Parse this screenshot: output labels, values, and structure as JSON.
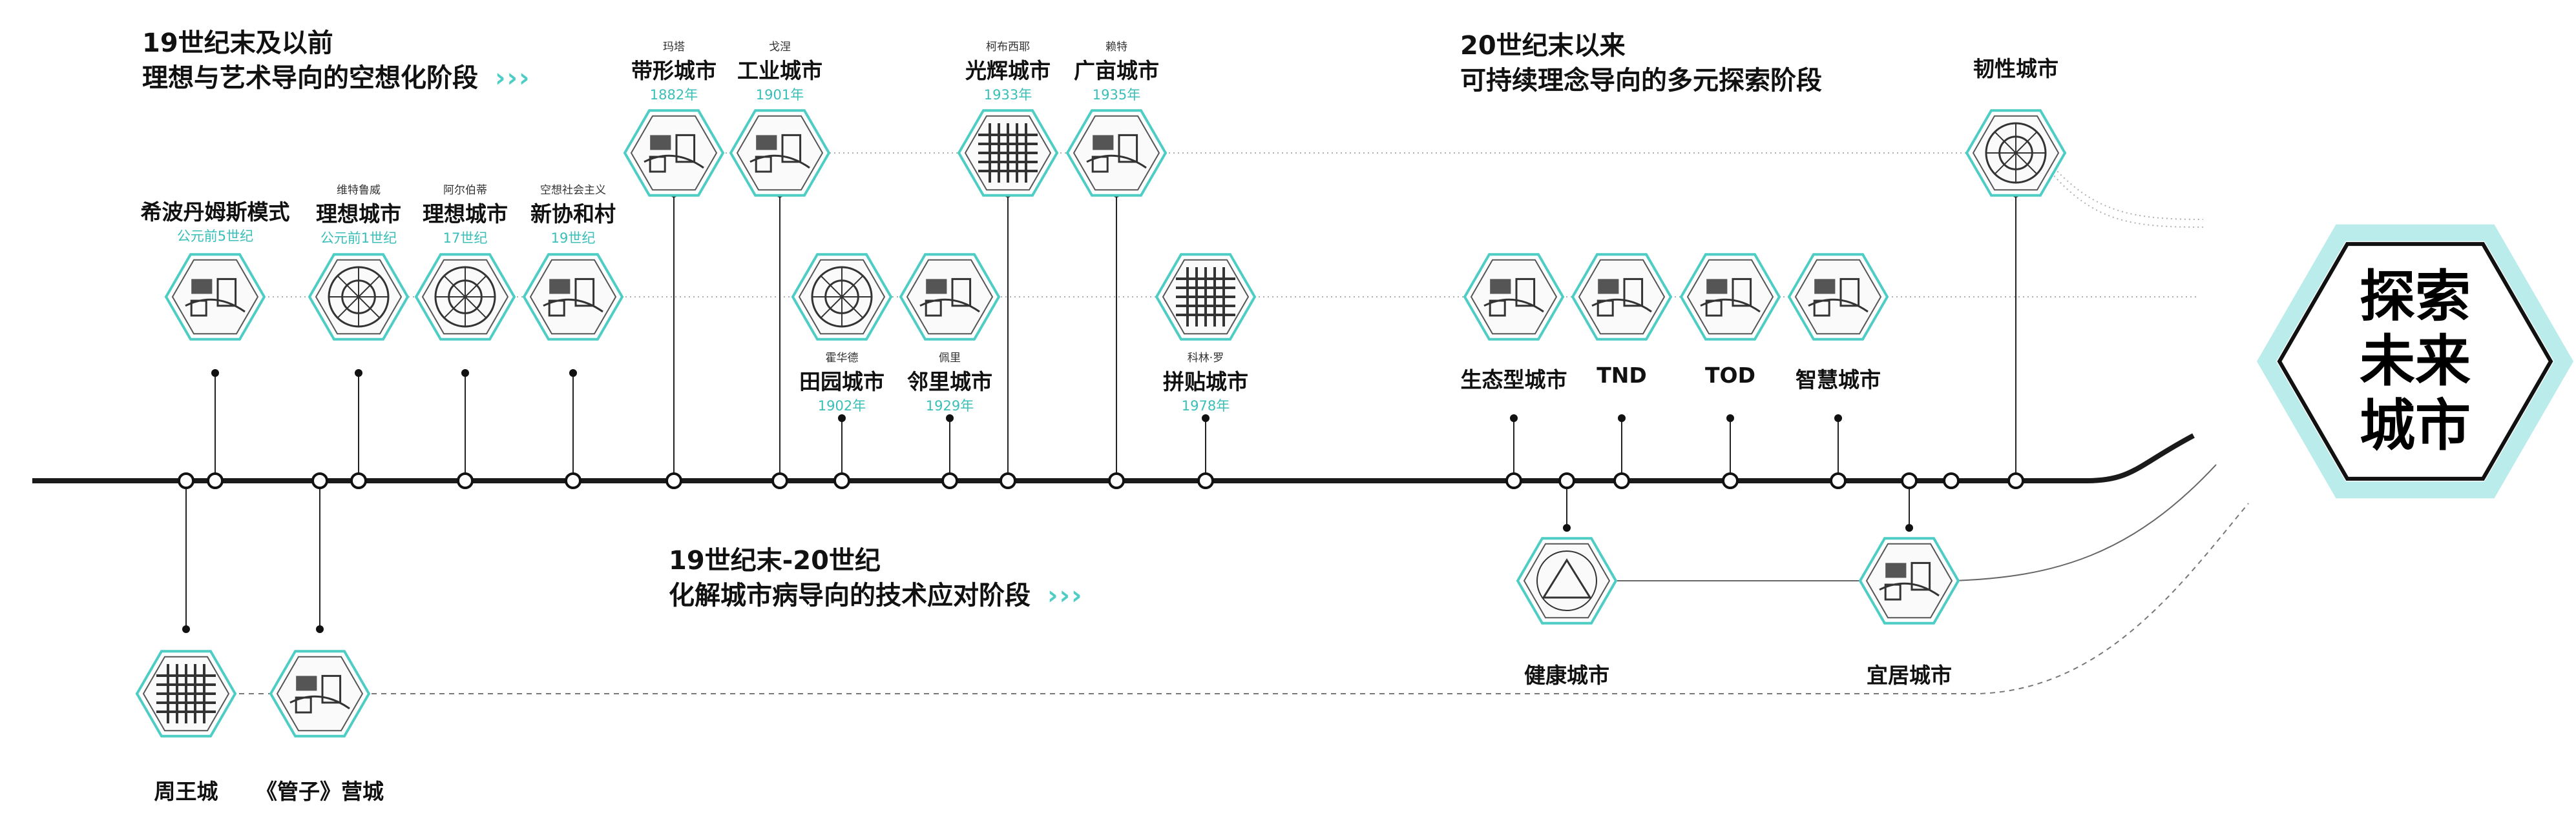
{
  "eras": [
    {
      "line1": "19世纪末及以前",
      "line2": "理想与艺术导向的空想化阶段",
      "chevrons": "›››"
    },
    {
      "line1": "19世纪末-20世纪",
      "line2": "化解城市病导向的技术应对阶段",
      "chevrons": "›››"
    },
    {
      "line1": "20世纪末以来",
      "line2": "可持续理念导向的多元探索阶段"
    }
  ],
  "final": {
    "line1": "探索",
    "line2": "未来城市"
  },
  "nodes": [
    {
      "id": "hippodamus",
      "name": "希波丹姆斯模式",
      "year": "公元前5世纪",
      "icon": "hippodamian-grid-map-icon"
    },
    {
      "id": "vitruvius",
      "author": "维特鲁威",
      "name": "理想城市",
      "year": "公元前1世纪",
      "icon": "octagonal-ideal-city-icon"
    },
    {
      "id": "alberti",
      "author": "阿尔伯蒂",
      "name": "理想城市",
      "year": "17世纪",
      "icon": "star-fortress-city-icon"
    },
    {
      "id": "new-harmony",
      "author": "空想社会主义",
      "name": "新协和村",
      "year": "19世纪",
      "icon": "new-harmony-building-icon"
    },
    {
      "id": "linear",
      "author": "玛塔",
      "name": "带形城市",
      "year": "1882年",
      "icon": "linear-city-plan-icon"
    },
    {
      "id": "industrial",
      "author": "戈涅",
      "name": "工业城市",
      "year": "1901年",
      "icon": "industrial-city-plan-icon"
    },
    {
      "id": "garden",
      "author": "霍华德",
      "name": "田园城市",
      "year": "1902年",
      "icon": "garden-city-diagram-icon"
    },
    {
      "id": "neighborhood",
      "author": "佩里",
      "name": "邻里城市",
      "year": "1929年",
      "icon": "neighborhood-unit-icon"
    },
    {
      "id": "radiant",
      "author": "柯布西耶",
      "name": "光辉城市",
      "year": "1933年",
      "icon": "radiant-city-grid-icon"
    },
    {
      "id": "broadacre",
      "author": "赖特",
      "name": "广亩城市",
      "year": "1935年",
      "icon": "broadacre-city-plan-icon"
    },
    {
      "id": "collage",
      "author": "科林·罗",
      "name": "拼贴城市",
      "year": "1978年",
      "icon": "collage-city-figure-ground-icon"
    },
    {
      "id": "eco",
      "name": "生态型城市",
      "icon": "eco-city-plan-icon"
    },
    {
      "id": "tnd",
      "name": "TND",
      "icon": "tnd-neighborhood-icon"
    },
    {
      "id": "tod",
      "name": "TOD",
      "icon": "tod-station-icon"
    },
    {
      "id": "smart",
      "name": "智慧城市",
      "icon": "smart-city-network-icon"
    },
    {
      "id": "resilient",
      "name": "韧性城市",
      "icon": "resilient-city-rings-icon"
    },
    {
      "id": "healthy",
      "name": "健康城市",
      "icon": "healthy-city-pyramid-icon"
    },
    {
      "id": "livable",
      "name": "宜居城市",
      "icon": "livable-city-plan-icon"
    },
    {
      "id": "zhou",
      "name": "周王城",
      "icon": "zhou-royal-city-grid-icon"
    },
    {
      "id": "guanzi",
      "name": "《管子》营城",
      "icon": "guanzi-city-plan-icon"
    }
  ],
  "colors": {
    "accent": "#4ecdc4",
    "line": "#1a1a1a",
    "dotted": "#b0b0b0"
  }
}
